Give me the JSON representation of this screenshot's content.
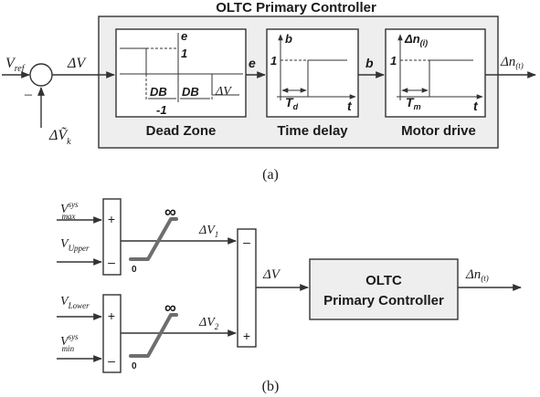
{
  "part_a": {
    "caption": "(a)",
    "panel_title": "OLTC Primary Controller",
    "input": {
      "sym": "V",
      "sub": "ref"
    },
    "sum_minus": "–",
    "feedback": {
      "sym": "ΔṼ",
      "sub": "k"
    },
    "error": "ΔV",
    "output": {
      "sym": "Δn",
      "sub": "(t)"
    },
    "signal_e": "e",
    "signal_b": "b",
    "dead_zone": {
      "label": "Dead Zone",
      "axis_y": "e",
      "level_pos": "1",
      "level_neg": "-1",
      "db_left": "DB",
      "db_right": "DB",
      "axis_x": "ΔV"
    },
    "time_delay": {
      "label": "Time delay",
      "axis_y": "b",
      "level": "1",
      "delay": {
        "sym": "T",
        "sub": "d"
      },
      "axis_x": "t"
    },
    "motor_drive": {
      "label": "Motor drive",
      "axis_y": {
        "sym": "Δn",
        "sub": "(i)"
      },
      "level": "1",
      "delay": {
        "sym": "T",
        "sub": "m"
      },
      "axis_x": "t"
    }
  },
  "part_b": {
    "caption": "(b)",
    "controller_line1": "OLTC",
    "controller_line2": "Primary Controller",
    "upper_sum": {
      "plus_input": {
        "sym": "V",
        "sup": "sys",
        "sub": "max"
      },
      "minus_input": {
        "sym": "V",
        "sub": "Upper"
      },
      "plus": "+",
      "minus": "–"
    },
    "lower_sum": {
      "plus_input": {
        "sym": "V",
        "sub": "Lower"
      },
      "minus_input": {
        "sym": "V",
        "sup": "sys",
        "sub": "min"
      },
      "plus": "+",
      "minus": "–"
    },
    "upper_limiter": {
      "low": "0",
      "high": "∞"
    },
    "lower_limiter": {
      "low": "0",
      "high": "∞"
    },
    "dv1": {
      "sym": "ΔV",
      "sub": "1"
    },
    "dv2": {
      "sym": "ΔV",
      "sub": "2"
    },
    "combine_sum": {
      "minus": "–",
      "plus": "+"
    },
    "combined": "ΔV",
    "output": {
      "sym": "Δn",
      "sub": "(t)"
    }
  }
}
